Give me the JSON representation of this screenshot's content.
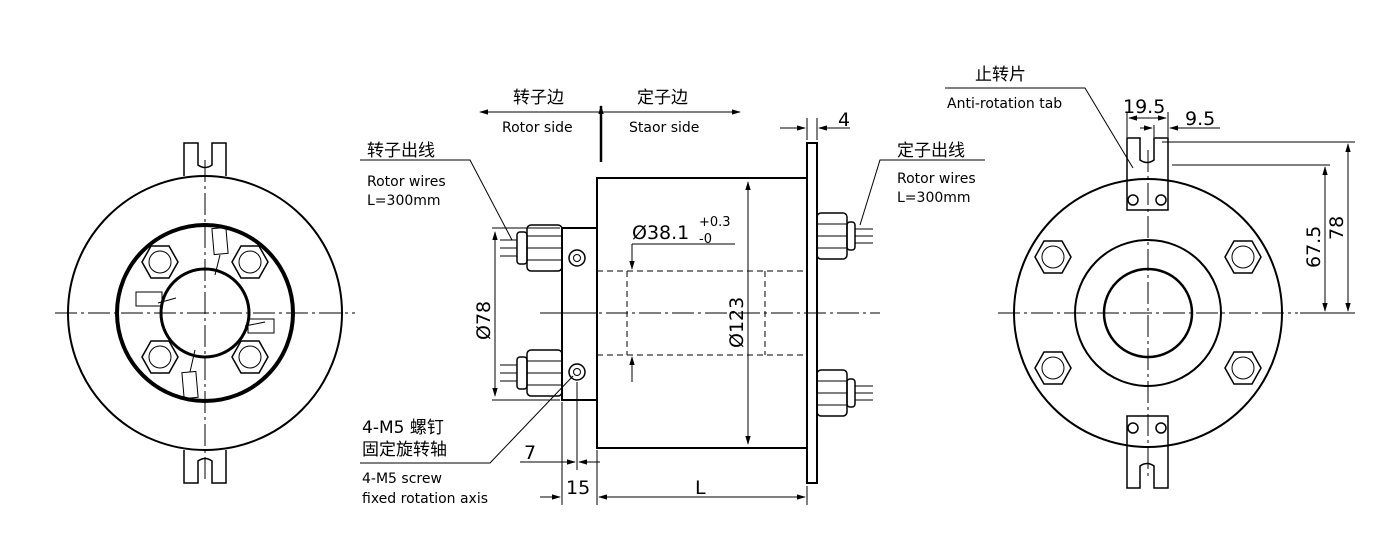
{
  "labels": {
    "rotor_side_cn": "转子边",
    "rotor_side_en": "Rotor side",
    "stator_side_cn": "定子边",
    "stator_side_en": "Staor side",
    "rotor_wires_cn": "转子出线",
    "rotor_wires_en": "Rotor wires",
    "rotor_wires_len": "L=300mm",
    "stator_wires_cn": "定子出线",
    "stator_wires_en": "Rotor wires",
    "stator_wires_len": "L=300mm",
    "screw_cn_1": "4-M5  螺钉",
    "screw_cn_2": "固定旋转轴",
    "screw_en_1": "4-M5 screw",
    "screw_en_2": "fixed rotation axis",
    "tab_cn": "止转片",
    "tab_en": "Anti-rotation tab"
  },
  "dimensions": {
    "bore": "Ø38.1",
    "bore_tol_upper": "+0.3",
    "bore_tol_lower": "-0",
    "body_dia": "Ø123",
    "flange_dia": "Ø78",
    "flange_thk": "4",
    "length": "L",
    "offset_7": "7",
    "offset_15": "15",
    "tab_19_5": "19.5",
    "tab_9_5": "9.5",
    "height_67_5": "67.5",
    "height_78": "78"
  },
  "colors": {
    "line": "#000000",
    "background": "#ffffff"
  }
}
